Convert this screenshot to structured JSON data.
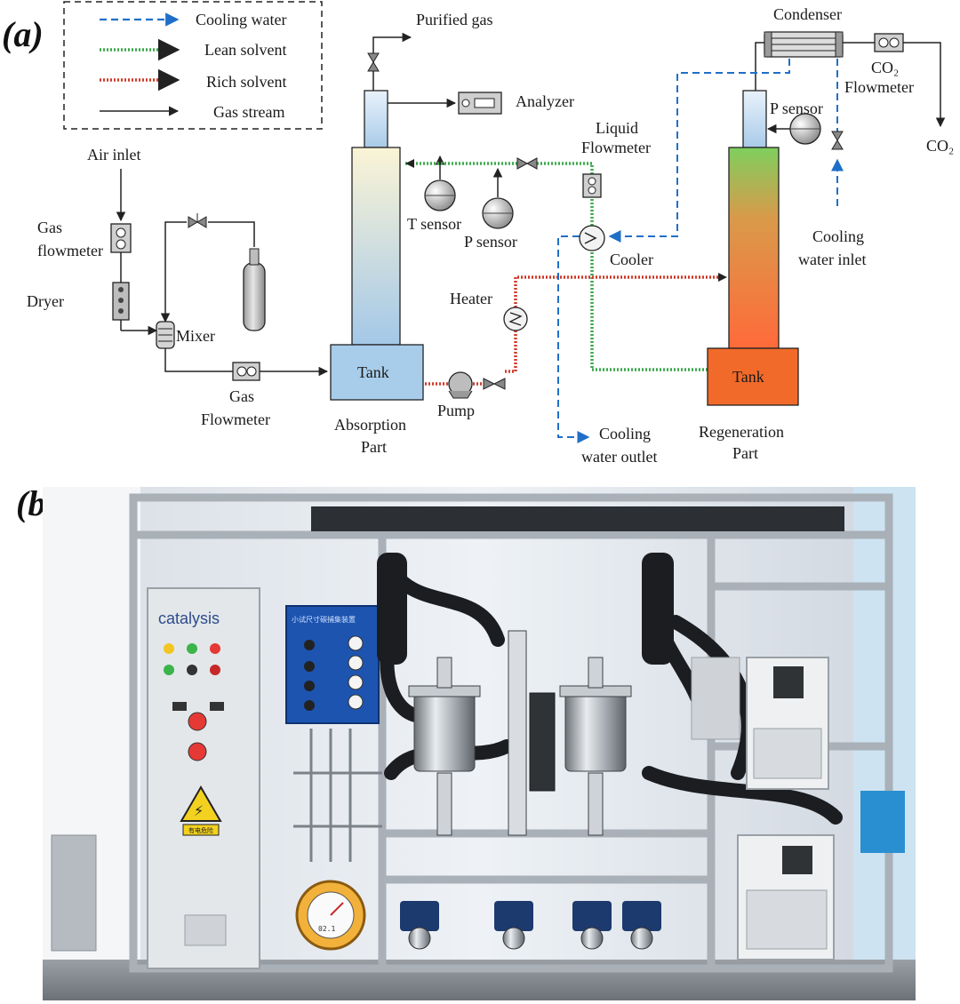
{
  "panel_a": {
    "tag": "(a)",
    "legend": {
      "cooling_water": "Cooling water",
      "lean_solvent": "Lean solvent",
      "rich_solvent": "Rich solvent",
      "gas_stream": "Gas stream"
    },
    "labels": {
      "air_inlet": "Air inlet",
      "gas_flowmeter_1": "Gas",
      "gas_flowmeter_2": "flowmeter",
      "dryer": "Dryer",
      "mixer": "Mixer",
      "gas_flowmeter_b1": "Gas",
      "gas_flowmeter_b2": "Flowmeter",
      "purified_gas": "Purified gas",
      "analyzer": "Analyzer",
      "t_sensor": "T sensor",
      "p_sensor": "P sensor",
      "liquid_flowmeter_1": "Liquid",
      "liquid_flowmeter_2": "Flowmeter",
      "cooler": "Cooler",
      "heater": "Heater",
      "pump": "Pump",
      "absorption_1": "Absorption",
      "absorption_2": "Part",
      "tank_absorption": "Tank",
      "tank_regeneration": "Tank",
      "regeneration_1": "Regeneration",
      "regeneration_2": "Part",
      "condenser": "Condenser",
      "co2_flowmeter_1": "CO₂",
      "co2_flowmeter_2": "Flowmeter",
      "co2_out": "CO₂",
      "p_sensor_regen": "P sensor",
      "cooling_inlet_1": "Cooling",
      "cooling_inlet_2": "water inlet",
      "cooling_outlet_1": "Cooling",
      "cooling_outlet_2": "water outlet"
    }
  },
  "panel_b": {
    "tag": "(b)",
    "brand": "catalysis",
    "panel_title": "小试尺寸碳捕集装置",
    "warning_label": "有电危险",
    "meter_reading": "02.1"
  },
  "colors": {
    "cooling_water": "#1f6fc9",
    "lean_solvent": "#3aa84a",
    "rich_solvent": "#d23a2a",
    "gas_stream": "#222222",
    "absorber_top": "#f8f3d8",
    "absorber_bottom": "#a9cbe8",
    "regenerator_top": "#7fcf5e",
    "regenerator_bottom": "#ff6a3a",
    "tank_blue": "#a8cdeb",
    "tank_orange": "#f26a2a",
    "panel_blue": "#1d54b0"
  }
}
